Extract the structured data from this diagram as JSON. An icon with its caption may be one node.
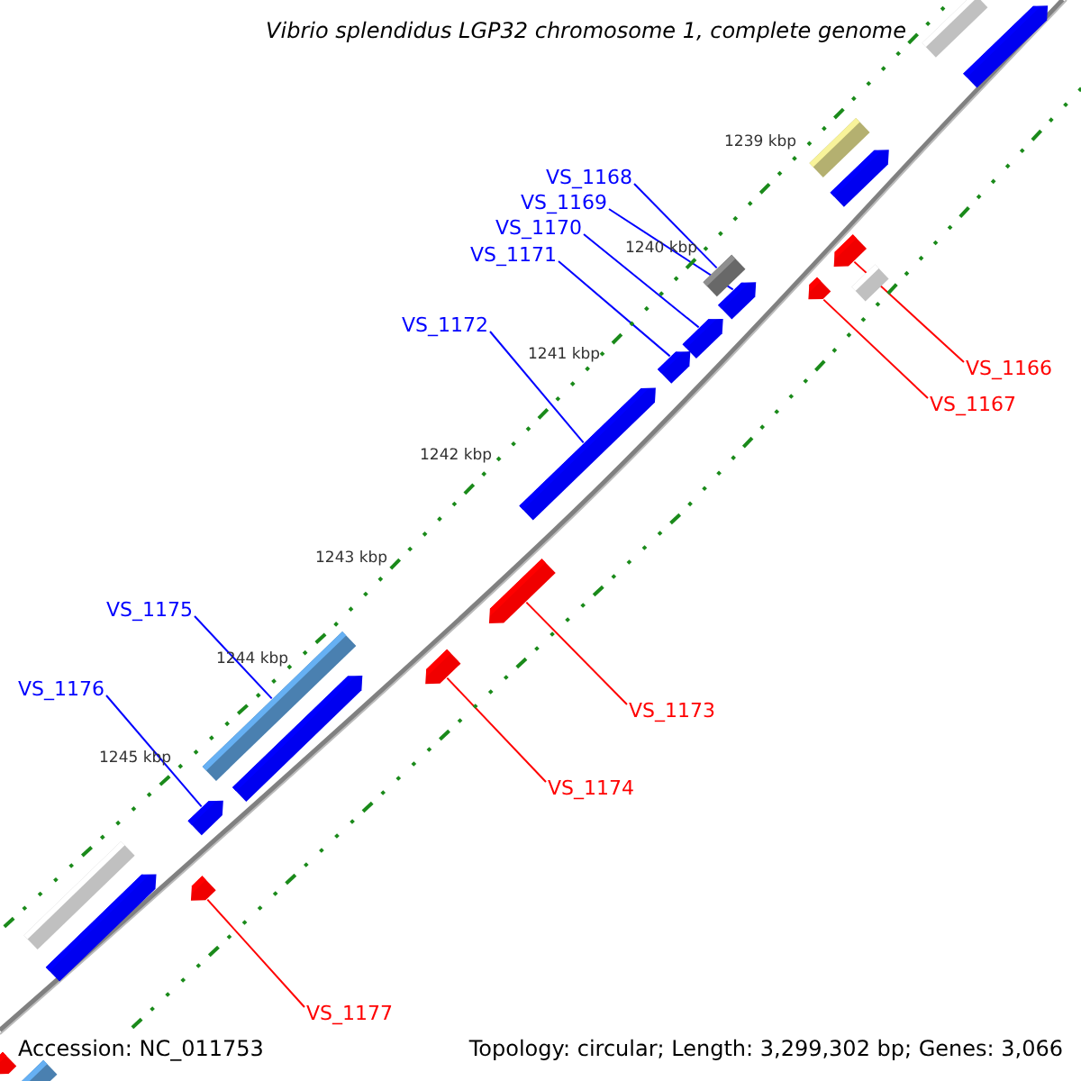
{
  "diagram": {
    "title": "Vibrio splendidus LGP32 chromosome 1, complete genome",
    "nodes": [
      {
        "text": [
          "VS_1168"
        ]
      },
      {
        "text": [
          "VS_1169"
        ]
      },
      {
        "text": [
          "VS_1170"
        ]
      },
      {
        "text": [
          "VS_1171"
        ]
      },
      {
        "text": [
          "VS_1166"
        ]
      },
      {
        "text": [
          "VS_1167"
        ]
      },
      {
        "text": [
          "VS_1172"
        ]
      },
      {
        "text": [
          "VS_1175"
        ]
      },
      {
        "text": [
          "VS_1173"
        ]
      },
      {
        "text": [
          "VS_1176"
        ]
      },
      {
        "text": [
          "VS_1174"
        ]
      },
      {
        "text": [
          "VS_1177"
        ]
      },
      {
        "text": [],
        "shape": "bar"
      },
      {
        "text": [],
        "shape": "bar"
      },
      {
        "text": [],
        "shape": "bar"
      },
      {
        "text": [],
        "shape": "bar"
      },
      {
        "text": [],
        "shape": "bar"
      },
      {
        "text": [],
        "shape": "bar"
      },
      {
        "text": [],
        "shape": "bar"
      },
      {
        "text": [],
        "shape": "bar"
      },
      {
        "text": [],
        "shape": "bar"
      },
      {
        "text": [],
        "shape": "bar"
      },
      {
        "text": [],
        "shape": "bar"
      },
      {
        "text": [],
        "shape": "bar"
      },
      {
        "text": [],
        "shape": "bar"
      },
      {
        "text": [],
        "shape": "bar"
      },
      {
        "text": [],
        "shape": "bar"
      },
      {
        "text": [],
        "shape": "bar"
      },
      {
        "text": [],
        "shape": "bar"
      },
      {
        "text": [],
        "shape": "bar"
      },
      {
        "text": [],
        "shape": "bar"
      },
      {
        "text": [],
        "shape": "bar"
      },
      {
        "text": [],
        "shape": "bar"
      },
      {
        "text": [],
        "shape": "bar"
      }
    ],
    "edges": [
      {
        "from": 0,
        "to": 12,
        "arrow": "none"
      },
      {
        "from": 1,
        "to": 13,
        "arrow": "none"
      },
      {
        "from": 2,
        "to": 14,
        "arrow": "none"
      },
      {
        "from": 3,
        "to": 15,
        "arrow": "none"
      },
      {
        "from": 4,
        "to": 16,
        "arrow": "none",
        "color": "#ff0000"
      },
      {
        "from": 5,
        "to": 17,
        "arrow": "none",
        "color": "#ff0000"
      },
      {
        "from": 6,
        "to": 18,
        "arrow": "none"
      },
      {
        "from": 7,
        "to": 19,
        "arrow": "none"
      },
      {
        "from": 8,
        "to": 20,
        "arrow": "none",
        "color": "#ff0000"
      },
      {
        "from": 9,
        "to": 21,
        "arrow": "none"
      },
      {
        "from": 10,
        "to": 22,
        "arrow": "none",
        "color": "#ff0000"
      },
      {
        "from": 11,
        "to": 23,
        "arrow": "none",
        "color": "#ff0000"
      }
    ],
    "labels": [
      "1239 kbp",
      "1240 kbp",
      "1241 kbp",
      "1242 kbp",
      "1243 kbp",
      "1244 kbp",
      "1245 kbp",
      "Accession: NC_011753",
      "Topology: circular; Length: 3,299,302 bp; Genes: 3,066"
    ]
  }
}
